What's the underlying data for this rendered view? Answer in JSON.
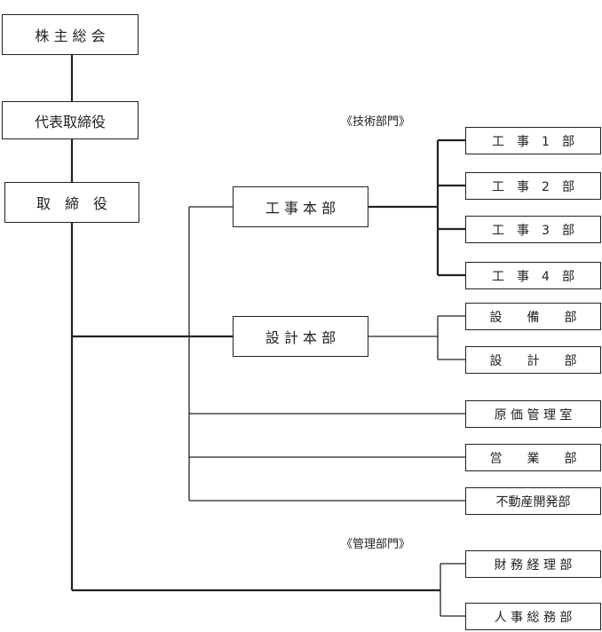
{
  "boxes": {
    "kabunushi": "株 主 総 会",
    "daihyo": "代表取締役",
    "torishimari": "取　締　役",
    "koji_honbu": "工 事 本 部",
    "sekkei_honbu": "設 計 本 部",
    "koji1": "工　事　1　部",
    "koji2": "工　事　2　部",
    "koji3": "工　事　3　部",
    "koji4": "工　事　4　部",
    "setsubi": "設　　備　　部",
    "sekkei": "設　　計　　部",
    "genka": "原 価 管 理 室",
    "eigyo": "営　　業　　部",
    "fudosan": "不動産開発部",
    "zaimu": "財 務 経 理 部",
    "jinji": "人 事 総 務 部"
  },
  "sections": {
    "technical": "《技術部門》",
    "management": "《管理部門》"
  }
}
